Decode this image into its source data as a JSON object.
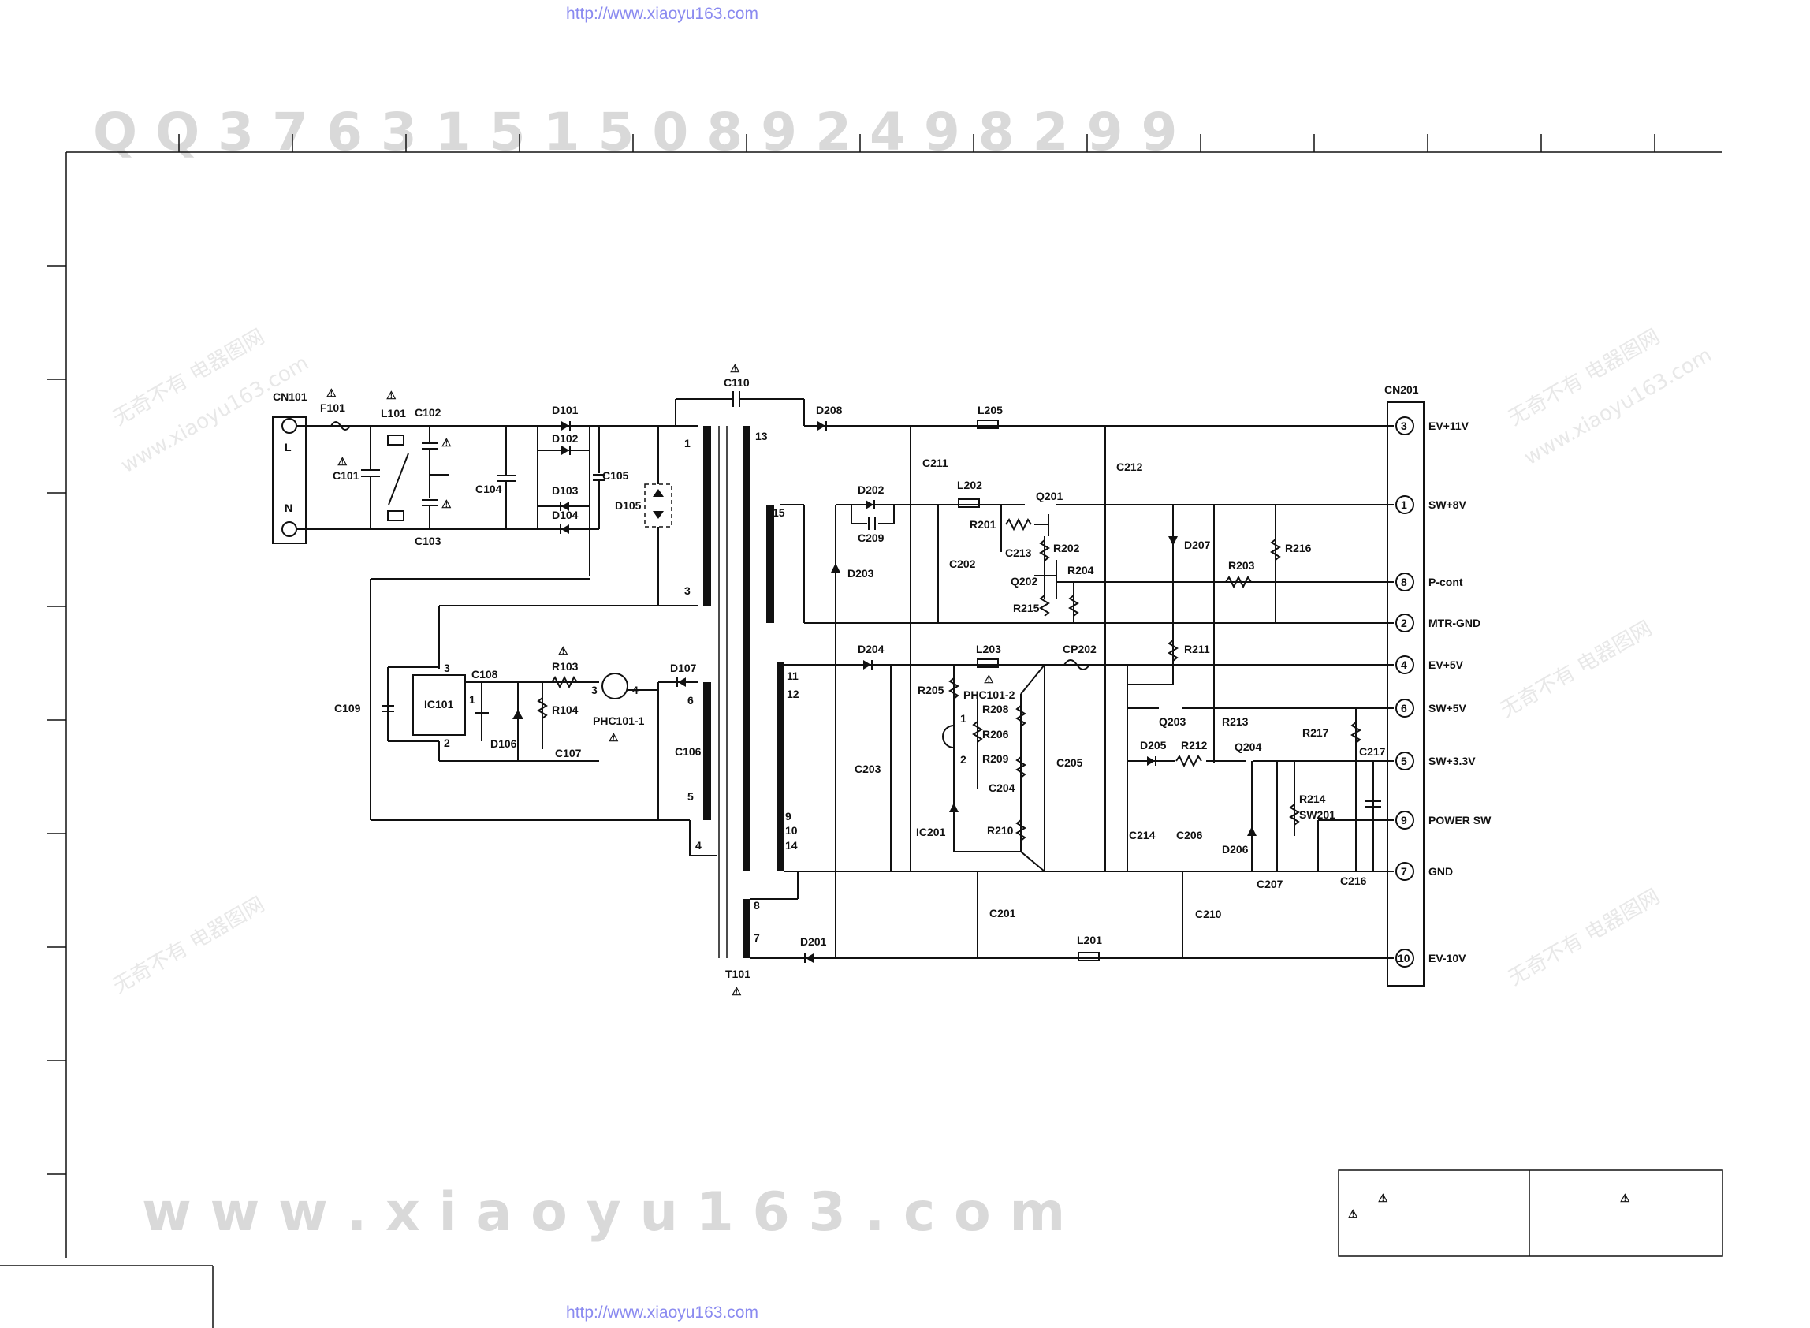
{
  "source_url": "http://www.xiaoyu163.com",
  "watermark": {
    "number_line": "Q Q 3 7 6 3 1 5 1 5 0   8 9 2 4 9 8 2 9 9",
    "domain_line": "w w w . x i a o y u 1 6 3 . c o m"
  },
  "input": {
    "connector": "CN101",
    "pins": [
      "L",
      "N"
    ],
    "fuse": "F101",
    "filter": "L101",
    "caps": [
      "C101",
      "C102",
      "C103",
      "C104",
      "C105",
      "C109",
      "C108",
      "C107",
      "C106",
      "C110"
    ],
    "diodes": [
      "D101",
      "D102",
      "D103",
      "D104",
      "D105",
      "D106",
      "D107"
    ],
    "resistors": [
      "R103",
      "R104"
    ],
    "ic": "IC101",
    "ic_pins": [
      "3",
      "1",
      "2"
    ],
    "optocoupler": "PHC101-1",
    "opto_pins": [
      "3",
      "4"
    ]
  },
  "transformer": {
    "name": "T101",
    "primary_pins": [
      "1",
      "3",
      "6",
      "5",
      "4"
    ],
    "secondary_pins": [
      "13",
      "15",
      "11",
      "12",
      "9",
      "10",
      "14",
      "8",
      "7"
    ]
  },
  "secondary": {
    "diodes": [
      "D208",
      "D202",
      "D203",
      "D204",
      "D207",
      "D205",
      "D206",
      "D201"
    ],
    "inductors": [
      "L205",
      "L202",
      "L203",
      "L201"
    ],
    "caps": [
      "C211",
      "C212",
      "C209",
      "C202",
      "C213",
      "C203",
      "C204",
      "C205",
      "C214",
      "C206",
      "C207",
      "C216",
      "C217",
      "C201",
      "C210"
    ],
    "resistors": [
      "R201",
      "R202",
      "R204",
      "R215",
      "R203",
      "R216",
      "R211",
      "R205",
      "R208",
      "R206",
      "R209",
      "R210",
      "R212",
      "R213",
      "R217",
      "R214"
    ],
    "transistors": [
      "Q201",
      "Q202",
      "Q203",
      "Q204"
    ],
    "optocoupler": "PHC101-2",
    "opto_pins": [
      "1",
      "2"
    ],
    "ic": "IC201",
    "fuse": "CP202",
    "switch": "SW201"
  },
  "output_connector": {
    "name": "CN201",
    "pins": [
      {
        "num": "3",
        "label": "EV+11V"
      },
      {
        "num": "1",
        "label": "SW+8V"
      },
      {
        "num": "8",
        "label": "P-cont"
      },
      {
        "num": "2",
        "label": "MTR-GND"
      },
      {
        "num": "4",
        "label": "EV+5V"
      },
      {
        "num": "6",
        "label": "SW+5V"
      },
      {
        "num": "5",
        "label": "SW+3.3V"
      },
      {
        "num": "9",
        "label": "POWER SW"
      },
      {
        "num": "7",
        "label": "GND"
      },
      {
        "num": "10",
        "label": "EV-10V"
      }
    ]
  },
  "warning_symbol": "⚠"
}
